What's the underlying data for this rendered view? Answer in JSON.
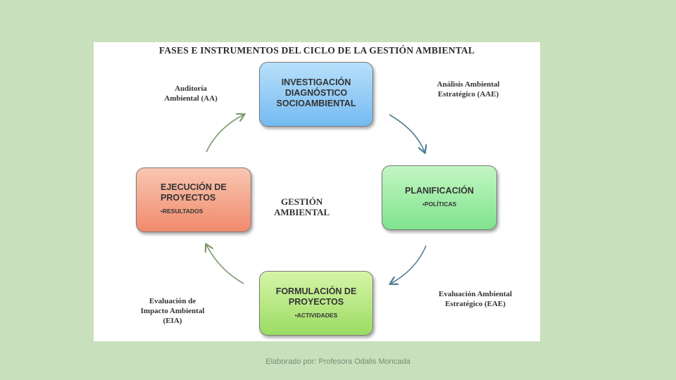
{
  "diagram": {
    "title": "FASES E INSTRUMENTOS DEL CICLO DE LA GESTIÓN AMBIENTAL",
    "center_label": "GESTIÓN\nAMBIENTAL",
    "phases": {
      "investigacion": {
        "title": "INVESTIGACIÓN\nDIAGNÓSTICO\nSOCIOAMBIENTAL"
      },
      "planificacion": {
        "title": "PLANIFICACIÓN",
        "sub": "•POLÍTICAS"
      },
      "formulacion": {
        "title": "FORMULACIÓN DE\nPROYECTOS",
        "sub": "•ACTIVIDADES"
      },
      "ejecucion": {
        "title": "EJECUCIÓN DE\nPROYECTOS",
        "sub": "•RESULTADOS"
      }
    },
    "instruments": {
      "aa": "Auditoría\nAmbiental (AA)",
      "aae": "Análisis Ambiental\nEstratégico (AAE)",
      "eae": "Evaluación  Ambiental\nEstratégico (EAE)",
      "eia": "Evaluación de\nImpacto Ambiental\n(EIA)"
    }
  },
  "footer": {
    "credit": "Elaborado por: Profesora Odalis Moncada"
  },
  "colors": {
    "slide_background": "#c9e0bc",
    "investigacion": "#74baf0",
    "planificacion": "#7fe38c",
    "formulacion": "#9bdc63",
    "ejecucion": "#f08a6c",
    "arrow_blue": "#4f7f93",
    "arrow_green": "#7c9a6f"
  }
}
